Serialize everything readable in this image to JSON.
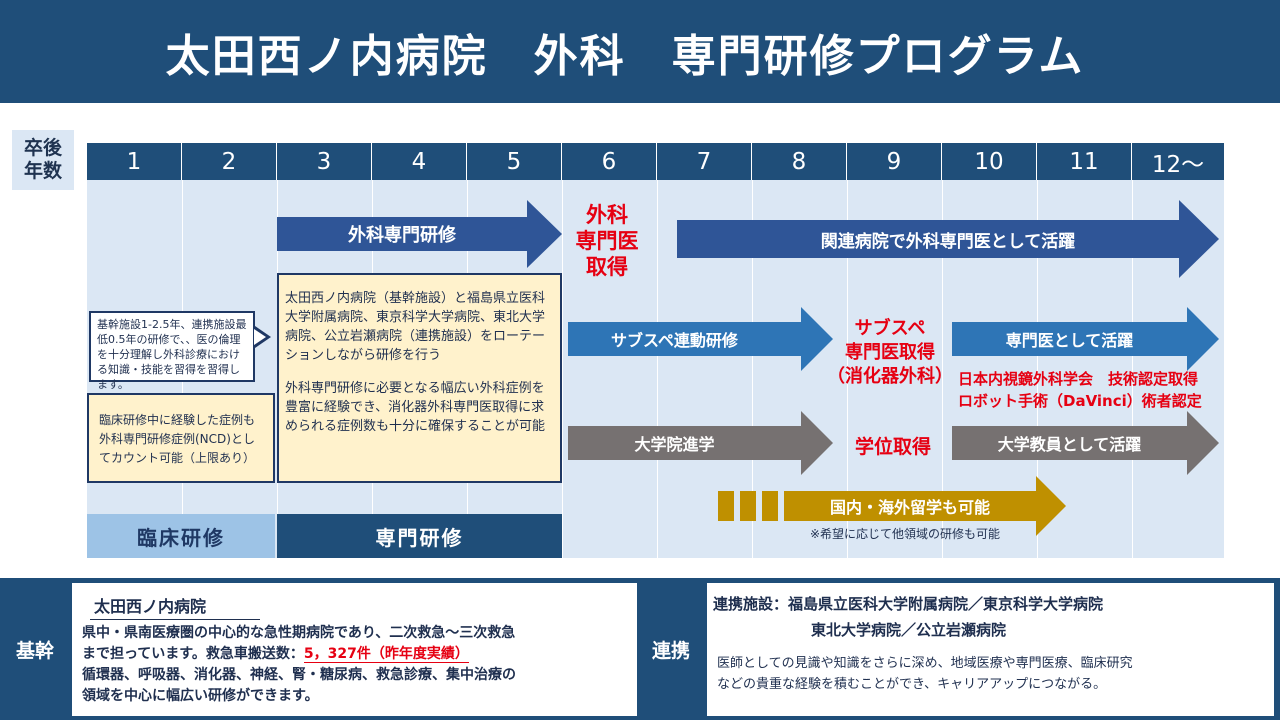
{
  "title": "太田西ノ内病院　外科　専門研修プログラム",
  "row_label": {
    "line1": "卒後",
    "line2": "年数"
  },
  "years": [
    "1",
    "2",
    "3",
    "4",
    "5",
    "6",
    "7",
    "8",
    "9",
    "10",
    "11",
    "12〜"
  ],
  "arrows": {
    "specialty_training": "外科専門研修",
    "active_related": "関連病院で外科専門医として活躍",
    "subspecialty_training": "サブスペ連動研修",
    "active_specialist": "専門医として活躍",
    "graduate_school": "大学院進学",
    "university_faculty": "大学教員として活躍",
    "study_abroad": "国内・海外留学も可能"
  },
  "milestones": {
    "surgeon_cert": [
      "外科",
      "専門医",
      "取得"
    ],
    "subspecialty_cert": [
      "サブスペ",
      "専門医取得",
      "（消化器外科）"
    ],
    "degree": "学位取得",
    "endoscopic": "日本内視鏡外科学会　技術認定取得",
    "robotic": "ロボット手術（DaVinci）術者認定"
  },
  "abroad_note": "※希望に応じて他領域の研修も可能",
  "callout_text": "基幹施設1-2.5年、連携施設最低0.5年の研修で、、医の倫理を十分理解し外科診療における知識・技能を習得を習得します。",
  "clinical_note": "臨床研修中に経験した症例も外科専門研修症例(NCD)としてカウント可能（上限あり）",
  "specialty_box": {
    "para1": "太田西ノ内病院（基幹施設）と福島県立医科大学附属病院、東京科学大学病院、東北大学病院、公立岩瀬病院（連携施設）をローテーションしながら研修を行う",
    "para2": "外科専門研修に必要となる幅広い外科症例を豊富に経験でき、消化器外科専門医取得に求められる症例数も十分に確保することが可能"
  },
  "phases": {
    "clinical": "臨床研修",
    "specialty": "専門研修"
  },
  "core": {
    "label": "基幹",
    "hospital": "太田西ノ内病院",
    "line1": "県中・県南医療圏の中心的な急性期病院であり、二次救急～三次救急",
    "line2_prefix": "まで担っています。救急車搬送数：",
    "ambulance_count": "5，327件（昨年度実績）",
    "line3": "循環器、呼吸器、消化器、神経、腎・糖尿病、救急診療、集中治療の",
    "line4": "領域を中心に幅広い研修ができます。"
  },
  "partner": {
    "label": "連携",
    "facilities_line1": "連携施設：福島県立医科大学附属病院／東京科学大学病院",
    "facilities_line2": "東北大学病院／公立岩瀬病院",
    "desc_line1": "医師としての見識や知識をさらに深め、地域医療や専門医療、臨床研究",
    "desc_line2": "などの貴重な経験を積むことができ、キャリアアップにつながる。"
  },
  "colors": {
    "navy": "#1f4e79",
    "blue_arrow": "#2e75b6",
    "gray_arrow": "#767171",
    "gold_arrow": "#bf9000",
    "grid_bg": "#dbe7f4",
    "red": "#e60012",
    "beige": "#fff2cc",
    "light_blue_phase": "#9dc3e6"
  }
}
